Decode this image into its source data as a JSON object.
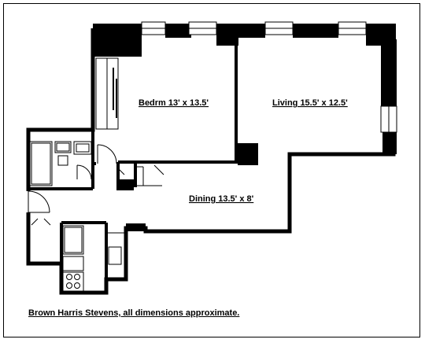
{
  "rooms": {
    "bedroom": "Bedrm 13' x 13.5'",
    "living": "Living 15.5' x 12.5'",
    "dining": "Dining 13.5' x 8'"
  },
  "credit": "Brown Harris Stevens, all dimensions approximate."
}
